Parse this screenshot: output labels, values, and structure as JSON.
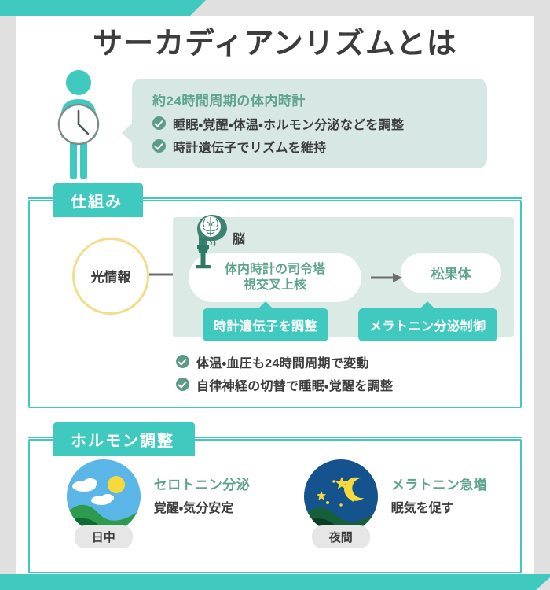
{
  "colors": {
    "teal": "#3fc9bf",
    "sage": "#5fa48c",
    "bubble_bg": "#d7e7e3",
    "panel_bg": "#dceae6",
    "yellow_ring": "#f2dd8d",
    "text_dark": "#3c3c3c",
    "page_bg": "#e0e0e0"
  },
  "header": {
    "title": "サーカディアンリズムとは",
    "person_icon": "person-with-clock-icon",
    "bubble": {
      "heading": "約24時間周期の体内時計",
      "items": [
        "睡眠・覚醒・体温・ホルモン分泌などを調整",
        "時計遺伝子でリズムを維持"
      ]
    }
  },
  "mechanism": {
    "tag": "仕組み",
    "light_node": "光情報",
    "brain_label": "脳",
    "brain_icon": "brain-head-icon",
    "tower_icon": "control-tower-icon",
    "scn": {
      "line1": "体内時計の司令塔",
      "line2": "視交叉上核"
    },
    "pineal": "松果体",
    "pill_left": "時計遺伝子を調整",
    "pill_right": "メラトニン分泌制御",
    "checks": [
      "体温・血圧も24時間周期で変動",
      "自律神経の切替で睡眠・覚醒を調整"
    ]
  },
  "hormone": {
    "tag": "ホルモン調整",
    "columns": [
      {
        "scene_icon": "daytime-landscape-icon",
        "badge": "日中",
        "title": "セロトニン分泌",
        "subtitle": "覚醒・気分安定"
      },
      {
        "scene_icon": "night-landscape-icon",
        "badge": "夜間",
        "title": "メラトニン急増",
        "subtitle": "眠気を促す"
      }
    ]
  }
}
